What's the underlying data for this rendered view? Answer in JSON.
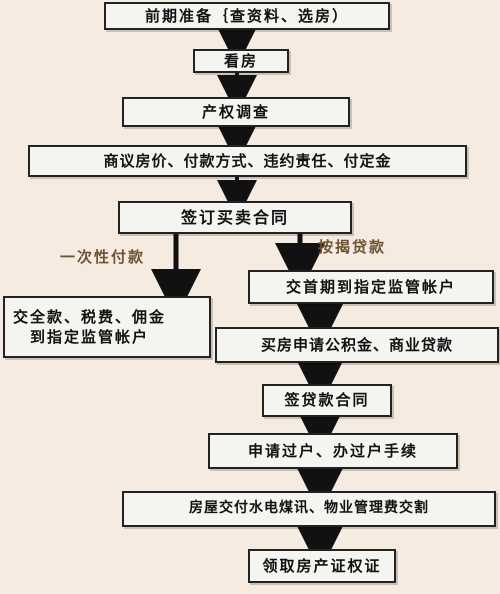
{
  "flowchart": {
    "nodes": [
      {
        "id": "prep",
        "text": "前期准备｛查资料、选房）"
      },
      {
        "id": "viewing",
        "text": "看房"
      },
      {
        "id": "property_check",
        "text": "产权调查"
      },
      {
        "id": "negotiate",
        "text": "商议房价、付款方式、违约责任、付定金"
      },
      {
        "id": "sign_contract",
        "text": "签订买卖合同"
      },
      {
        "id": "full_payment",
        "text": "交全款、税费、佣金\n到指定监管帐户"
      },
      {
        "id": "down_payment",
        "text": "交首期到指定监管帐户"
      },
      {
        "id": "loan_apply",
        "text": "买房申请公积金、商业贷款"
      },
      {
        "id": "loan_contract",
        "text": "签贷款合同"
      },
      {
        "id": "transfer",
        "text": "申请过户、办过户手续"
      },
      {
        "id": "handover",
        "text": "房屋交付水电煤讯、物业管理费交割"
      },
      {
        "id": "certificate",
        "text": "领取房产证权证"
      }
    ],
    "edge_labels": {
      "left_branch": "一次性付款",
      "right_branch": "按揭贷款"
    }
  }
}
